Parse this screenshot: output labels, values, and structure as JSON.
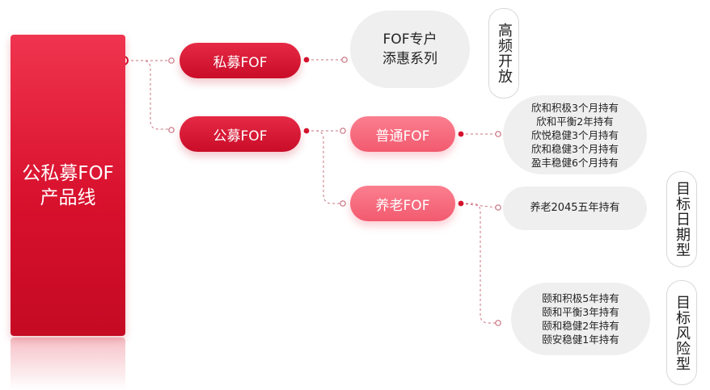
{
  "root": {
    "label": "公私募FOF\n产品线"
  },
  "branches": {
    "private": {
      "label": "私募FOF"
    },
    "public": {
      "label": "公募FOF"
    },
    "normal": {
      "label": "普通FOF"
    },
    "pension": {
      "label": "养老FOF"
    }
  },
  "leaves": {
    "fof_special": "FOF专户\n添惠系列",
    "normal_products": "欣和积极3个月持有\n欣和平衡2年持有\n欣悦稳健3个月持有\n欣和稳健3个月持有\n盈丰稳健6个月持有",
    "target_date": "养老2045五年持有",
    "target_risk": "颐和积极5年持有\n颐和平衡3年持有\n颐和稳健2年持有\n颐安稳健1年持有"
  },
  "tags": {
    "open": "高频开放",
    "target_date": "目标日期型",
    "target_risk": "目标风险型"
  },
  "colors": {
    "accent_dark": "#d4122e",
    "accent_light": "#f46a7e",
    "connector": "#c9727f",
    "bubble": "#efefef"
  }
}
